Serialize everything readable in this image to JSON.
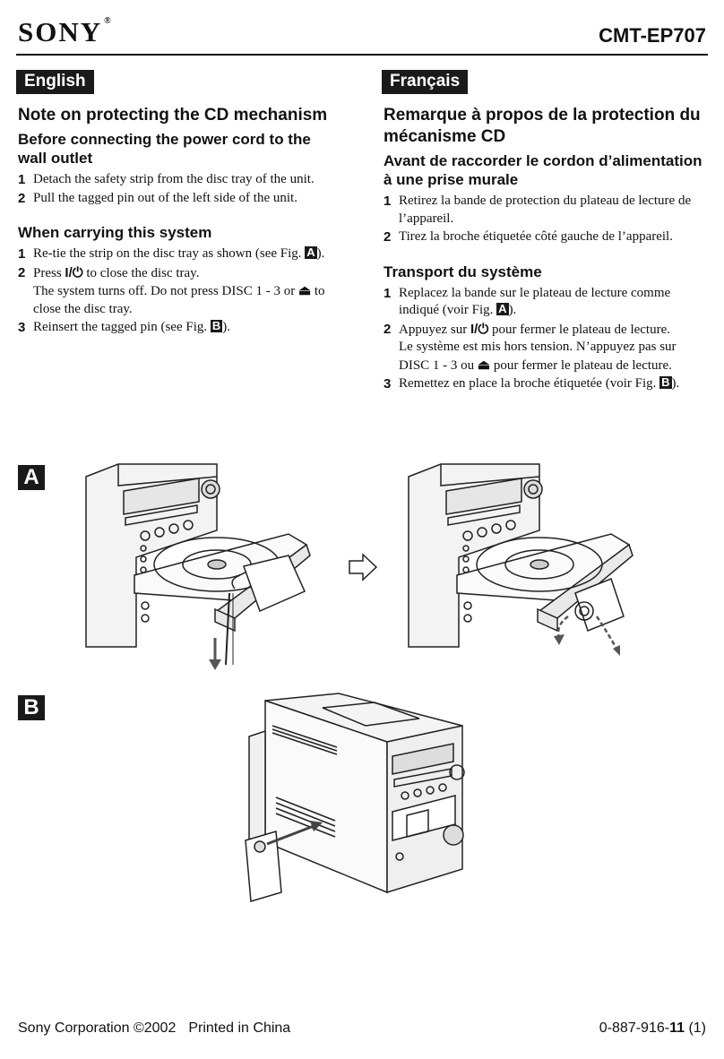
{
  "header": {
    "brand": "SONY",
    "brand_reg": "®",
    "model": "CMT-EP707"
  },
  "english": {
    "lang": "English",
    "title": "Note on protecting the CD mechanism",
    "section1_heading": "Before connecting the power cord to the wall outlet",
    "section1_steps": [
      "Detach the safety strip from the disc tray of the unit.",
      "Pull the tagged pin out of the left side of the unit."
    ],
    "section2_heading": "When carrying this system",
    "section2": {
      "step1_pre": "Re-tie the strip on the disc tray as shown (see Fig. ",
      "step1_fig": "A",
      "step1_post": ").",
      "step2_pre": "Press ",
      "step2_symbol": "I/⏻",
      "step2_mid": " to close the disc tray.",
      "step2_line2_pre": "The system turns off. Do not press DISC 1 - 3 or ",
      "step2_eject": "⏏",
      "step2_line2_post": " to close the disc tray.",
      "step3_pre": "Reinsert the tagged pin (see Fig. ",
      "step3_fig": "B",
      "step3_post": ")."
    }
  },
  "french": {
    "lang": "Français",
    "title": "Remarque à propos de la protection du mécanisme CD",
    "section1_heading": "Avant de raccorder le cordon d’alimentation à une prise murale",
    "section1_steps": [
      "Retirez la bande de protection du plateau de lecture de l’appareil.",
      "Tirez la broche étiquetée côté gauche de l’appareil."
    ],
    "section2_heading": "Transport du système",
    "section2": {
      "step1_pre": "Replacez la bande sur le plateau de lecture comme indiqué (voir Fig. ",
      "step1_fig": "A",
      "step1_post": ").",
      "step2_pre": "Appuyez sur ",
      "step2_symbol": "I/⏻",
      "step2_mid": " pour fermer le plateau de lecture.",
      "step2_line2_pre": "Le système est mis hors tension. N’appuyez pas sur DISC 1 - 3 ou ",
      "step2_eject": "⏏",
      "step2_line2_post": " pour fermer le plateau de lecture.",
      "step3_pre": "Remettez en place la broche étiquetée (voir Fig. ",
      "step3_fig": "B",
      "step3_post": ")."
    }
  },
  "numbers": [
    "1",
    "2",
    "3"
  ],
  "figures": {
    "a_label": "A",
    "b_label": "B"
  },
  "footer": {
    "company": "Sony Corporation ©2002",
    "printed": "Printed in China",
    "code_pre": "0-887-916-",
    "code_bold": "11",
    "code_post": " (1)"
  }
}
